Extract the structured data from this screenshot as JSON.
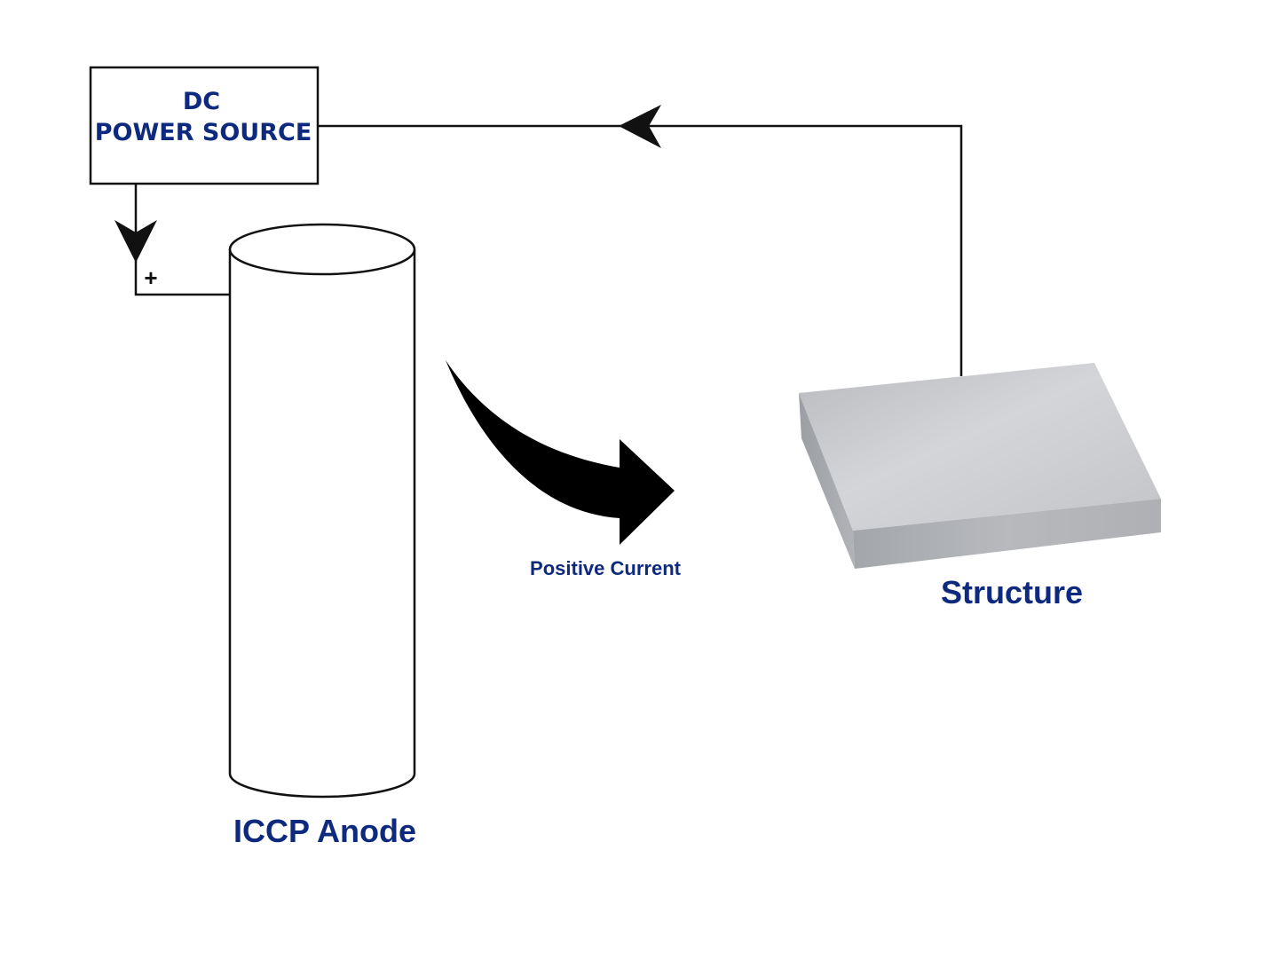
{
  "power_source": {
    "line1": "DC",
    "line2": "POWER SOURCE"
  },
  "terminal": {
    "positive_symbol": "+"
  },
  "anode": {
    "label": "ICCP Anode"
  },
  "current": {
    "label": "Positive Current"
  },
  "structure": {
    "label": "Structure"
  },
  "colors": {
    "label": "#0d2a7e",
    "line": "#111111",
    "plate_top": "#c7c9cd",
    "plate_front": "#aeb1b6",
    "plate_side": "#b9bbc0"
  },
  "icons": {
    "current_arrow": "curved-arrow-icon",
    "flow_arrow": "arrowhead-icon"
  }
}
